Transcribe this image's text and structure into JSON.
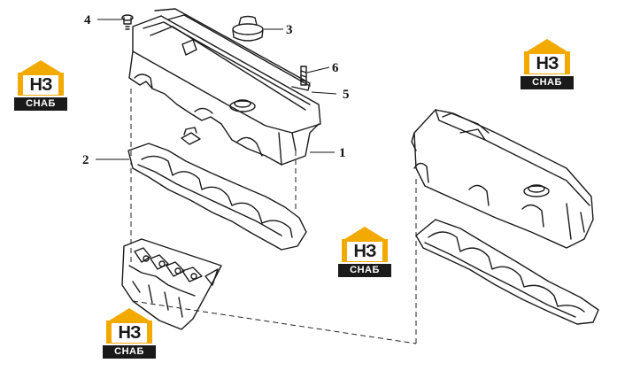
{
  "callouts": [
    "1",
    "2",
    "3",
    "4",
    "5",
    "6"
  ],
  "watermark": {
    "mark": "НЗ",
    "text": "СНАБ",
    "accent": "#f2a900",
    "dark": "#1a1a1a"
  }
}
